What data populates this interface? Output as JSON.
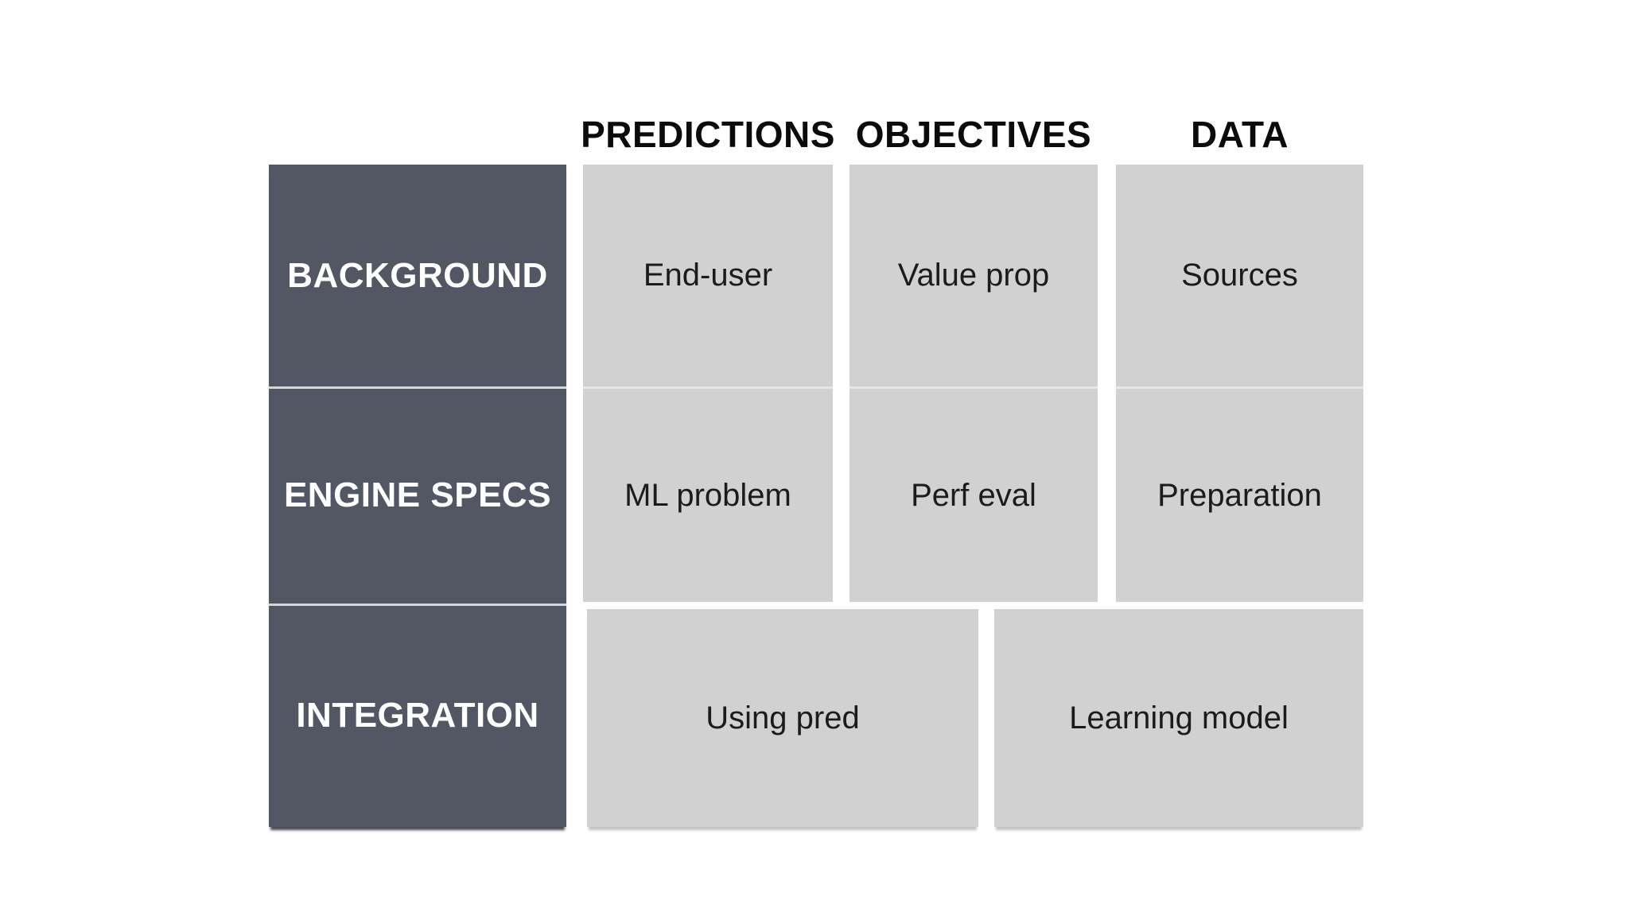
{
  "diagram": {
    "type": "matrix-canvas",
    "colors": {
      "background": "#ffffff",
      "row_header_bg": "#535663",
      "row_header_text": "#ffffff",
      "cell_bg": "#d1d1d2",
      "cell_text": "#1b1b1d",
      "column_header_text": "#0b0b0c",
      "row_divider": "#f6f6f8",
      "light_row_divider": "#e6e6e8"
    },
    "headers": {
      "predictions": "PREDICTIONS",
      "objectives": "OBJECTIVES",
      "data": "DATA"
    },
    "rows": {
      "background": {
        "label": "BACKGROUND",
        "cells": {
          "predictions": "End-user",
          "objectives": "Value prop",
          "data": "Sources"
        }
      },
      "engine_specs": {
        "label": "ENGINE SPECS",
        "cells": {
          "predictions": "ML problem",
          "objectives": "Perf eval",
          "data": "Preparation"
        }
      },
      "integration": {
        "label": "INTEGRATION",
        "cells": {
          "left": "Using pred",
          "right": "Learning model"
        }
      }
    }
  }
}
